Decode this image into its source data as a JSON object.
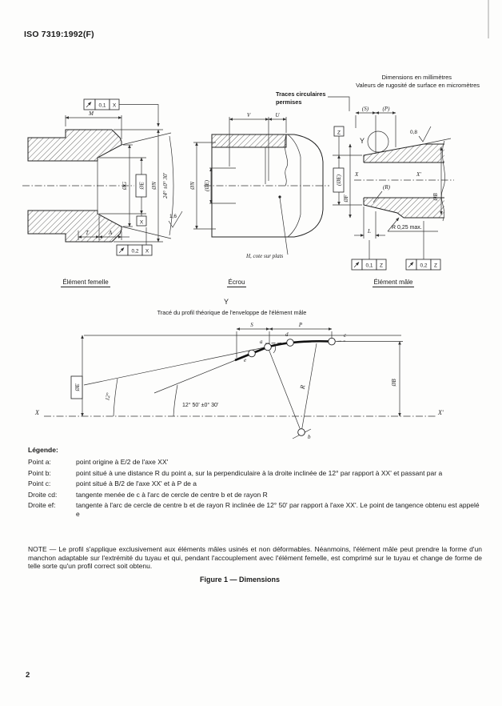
{
  "page": {
    "header": "ISO 7319:1992(F)",
    "page_number": "2"
  },
  "units": {
    "line1": "Dimensions en millimètres",
    "line2": "Valeurs de rugosité de surface en micromètres"
  },
  "figure": {
    "caption": "Figure 1 — Dimensions",
    "traces_note_line1": "Traces circulaires",
    "traces_note_line2": "permises"
  },
  "femelle": {
    "label": "Élément femelle",
    "dim_M": "M",
    "dim_T": "T",
    "dim_A": "A",
    "dia_G": "ØG",
    "dia_E": "ØE",
    "dia_N": "ØN",
    "angle": "24° ±0° 30'",
    "roughness": "1,6",
    "datum": "X",
    "runout_top": "0,1",
    "runout_bottom": "0,2"
  },
  "ecrou": {
    "label": "Écrou",
    "dim_V": "V",
    "dim_U": "U",
    "dia_N": "ØN",
    "dia_E": "(ØE)",
    "flats_note": "H, cote sur plats"
  },
  "male": {
    "label": "Élément mâle",
    "dim_S": "(S)",
    "dim_P": "(P)",
    "detail": "Y",
    "roughness": "0,8",
    "datum": "Z",
    "dia_E": "(ØE)",
    "dia_F": "ØF",
    "dia_B": "ØB",
    "radius": "(R)",
    "radius_max": "R 0,25 max.",
    "dim_L": "L",
    "axis_left": "X",
    "axis_right": "X'",
    "runout_1": "0,1",
    "runout_2": "0,2"
  },
  "profile": {
    "detail": "Y",
    "title": "Tracé du profil théorique de l'enveloppe de l'élément mâle",
    "dim_S": "S",
    "dim_P": "P",
    "angle_12": "12°",
    "angle_1250": "12° 50' ±0° 30'",
    "dia_E": "ØE",
    "dia_B": "ØB",
    "radius": "R",
    "axis_left": "X",
    "axis_right": "X'",
    "point_a": "a",
    "point_b": "b",
    "point_c": "c",
    "point_d": "d",
    "point_e": "e"
  },
  "legend": {
    "title": "Légende:",
    "entries": [
      {
        "term": "Point a:",
        "def": "point origine à E/2 de l'axe XX'"
      },
      {
        "term": "Point b:",
        "def": "point situé à une distance R du point a, sur la perpendiculaire à la droite inclinée de 12° par rapport à XX' et passant par a"
      },
      {
        "term": "Point c:",
        "def": "point situé à B/2 de l'axe XX' et à P de a"
      },
      {
        "term": "Droite cd:",
        "def": "tangente menée de c à l'arc de cercle de centre b et de rayon R"
      },
      {
        "term": "Droite ef:",
        "def": "tangente à l'arc de cercle de centre b et de rayon R inclinée de 12° 50' par rapport à l'axe XX'. Le point de tangence obtenu est appelé e"
      }
    ]
  },
  "note": "NOTE — Le profil s'applique exclusivement aux éléments mâles usinés et non déformables. Néanmoins, l'élément mâle peut prendre la forme d'un manchon adaptable sur l'extrémité du tuyau et qui, pendant l'accouplement avec l'élément femelle, est comprimé sur le tuyau et change de forme de telle sorte qu'un profil correct soit obtenu."
}
